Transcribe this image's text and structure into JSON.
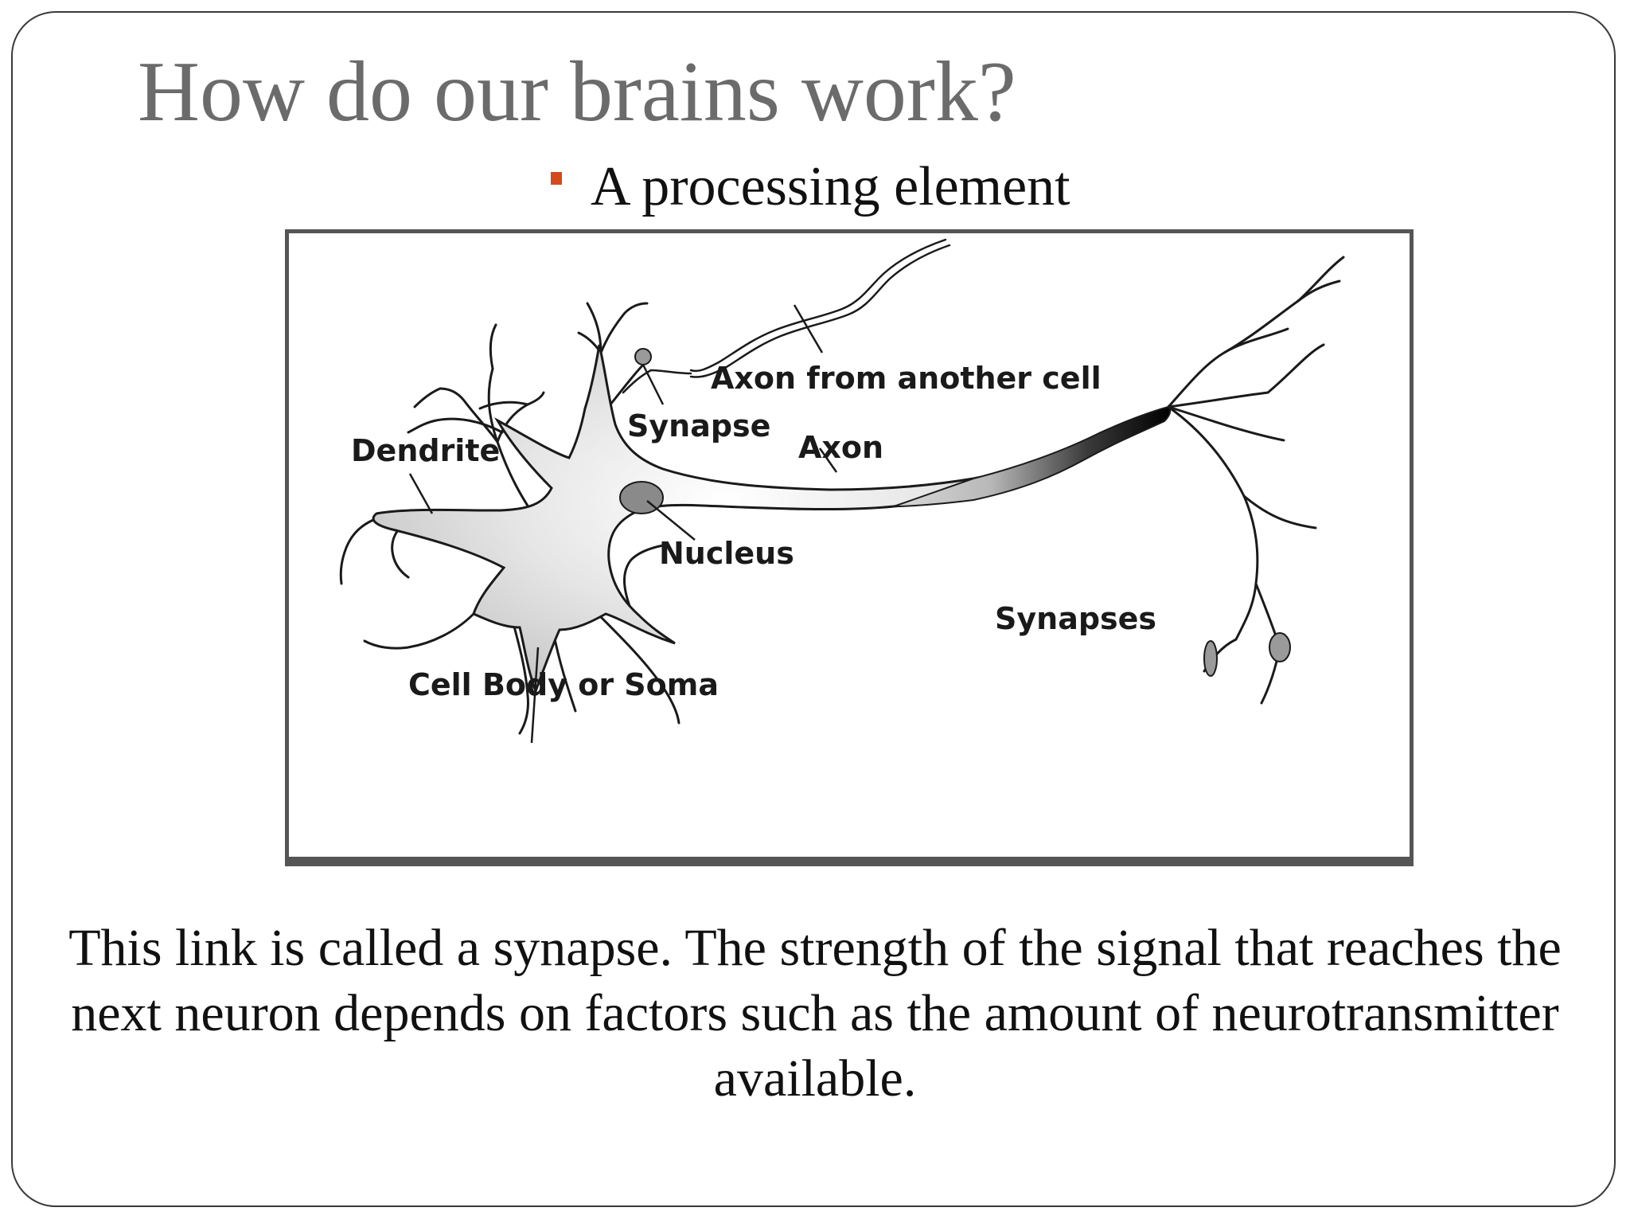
{
  "slide": {
    "title": "How do our brains work?",
    "bullet": "A processing element",
    "caption": "This link is called a synapse. The strength of the signal that reaches the next neuron depends on factors such as the amount of neurotransmitter available."
  },
  "diagram": {
    "labels": {
      "axon_from_another_cell": "Axon from another cell",
      "synapse": "Synapse",
      "dendrite": "Dendrite",
      "axon": "Axon",
      "nucleus": "Nucleus",
      "synapses": "Synapses",
      "cell_body": "Cell Body or Soma"
    }
  },
  "colors": {
    "title": "#6b6b6b",
    "bullet_marker": "#d44a1c",
    "text": "#111111",
    "frame_border": "#3a3a3a"
  }
}
